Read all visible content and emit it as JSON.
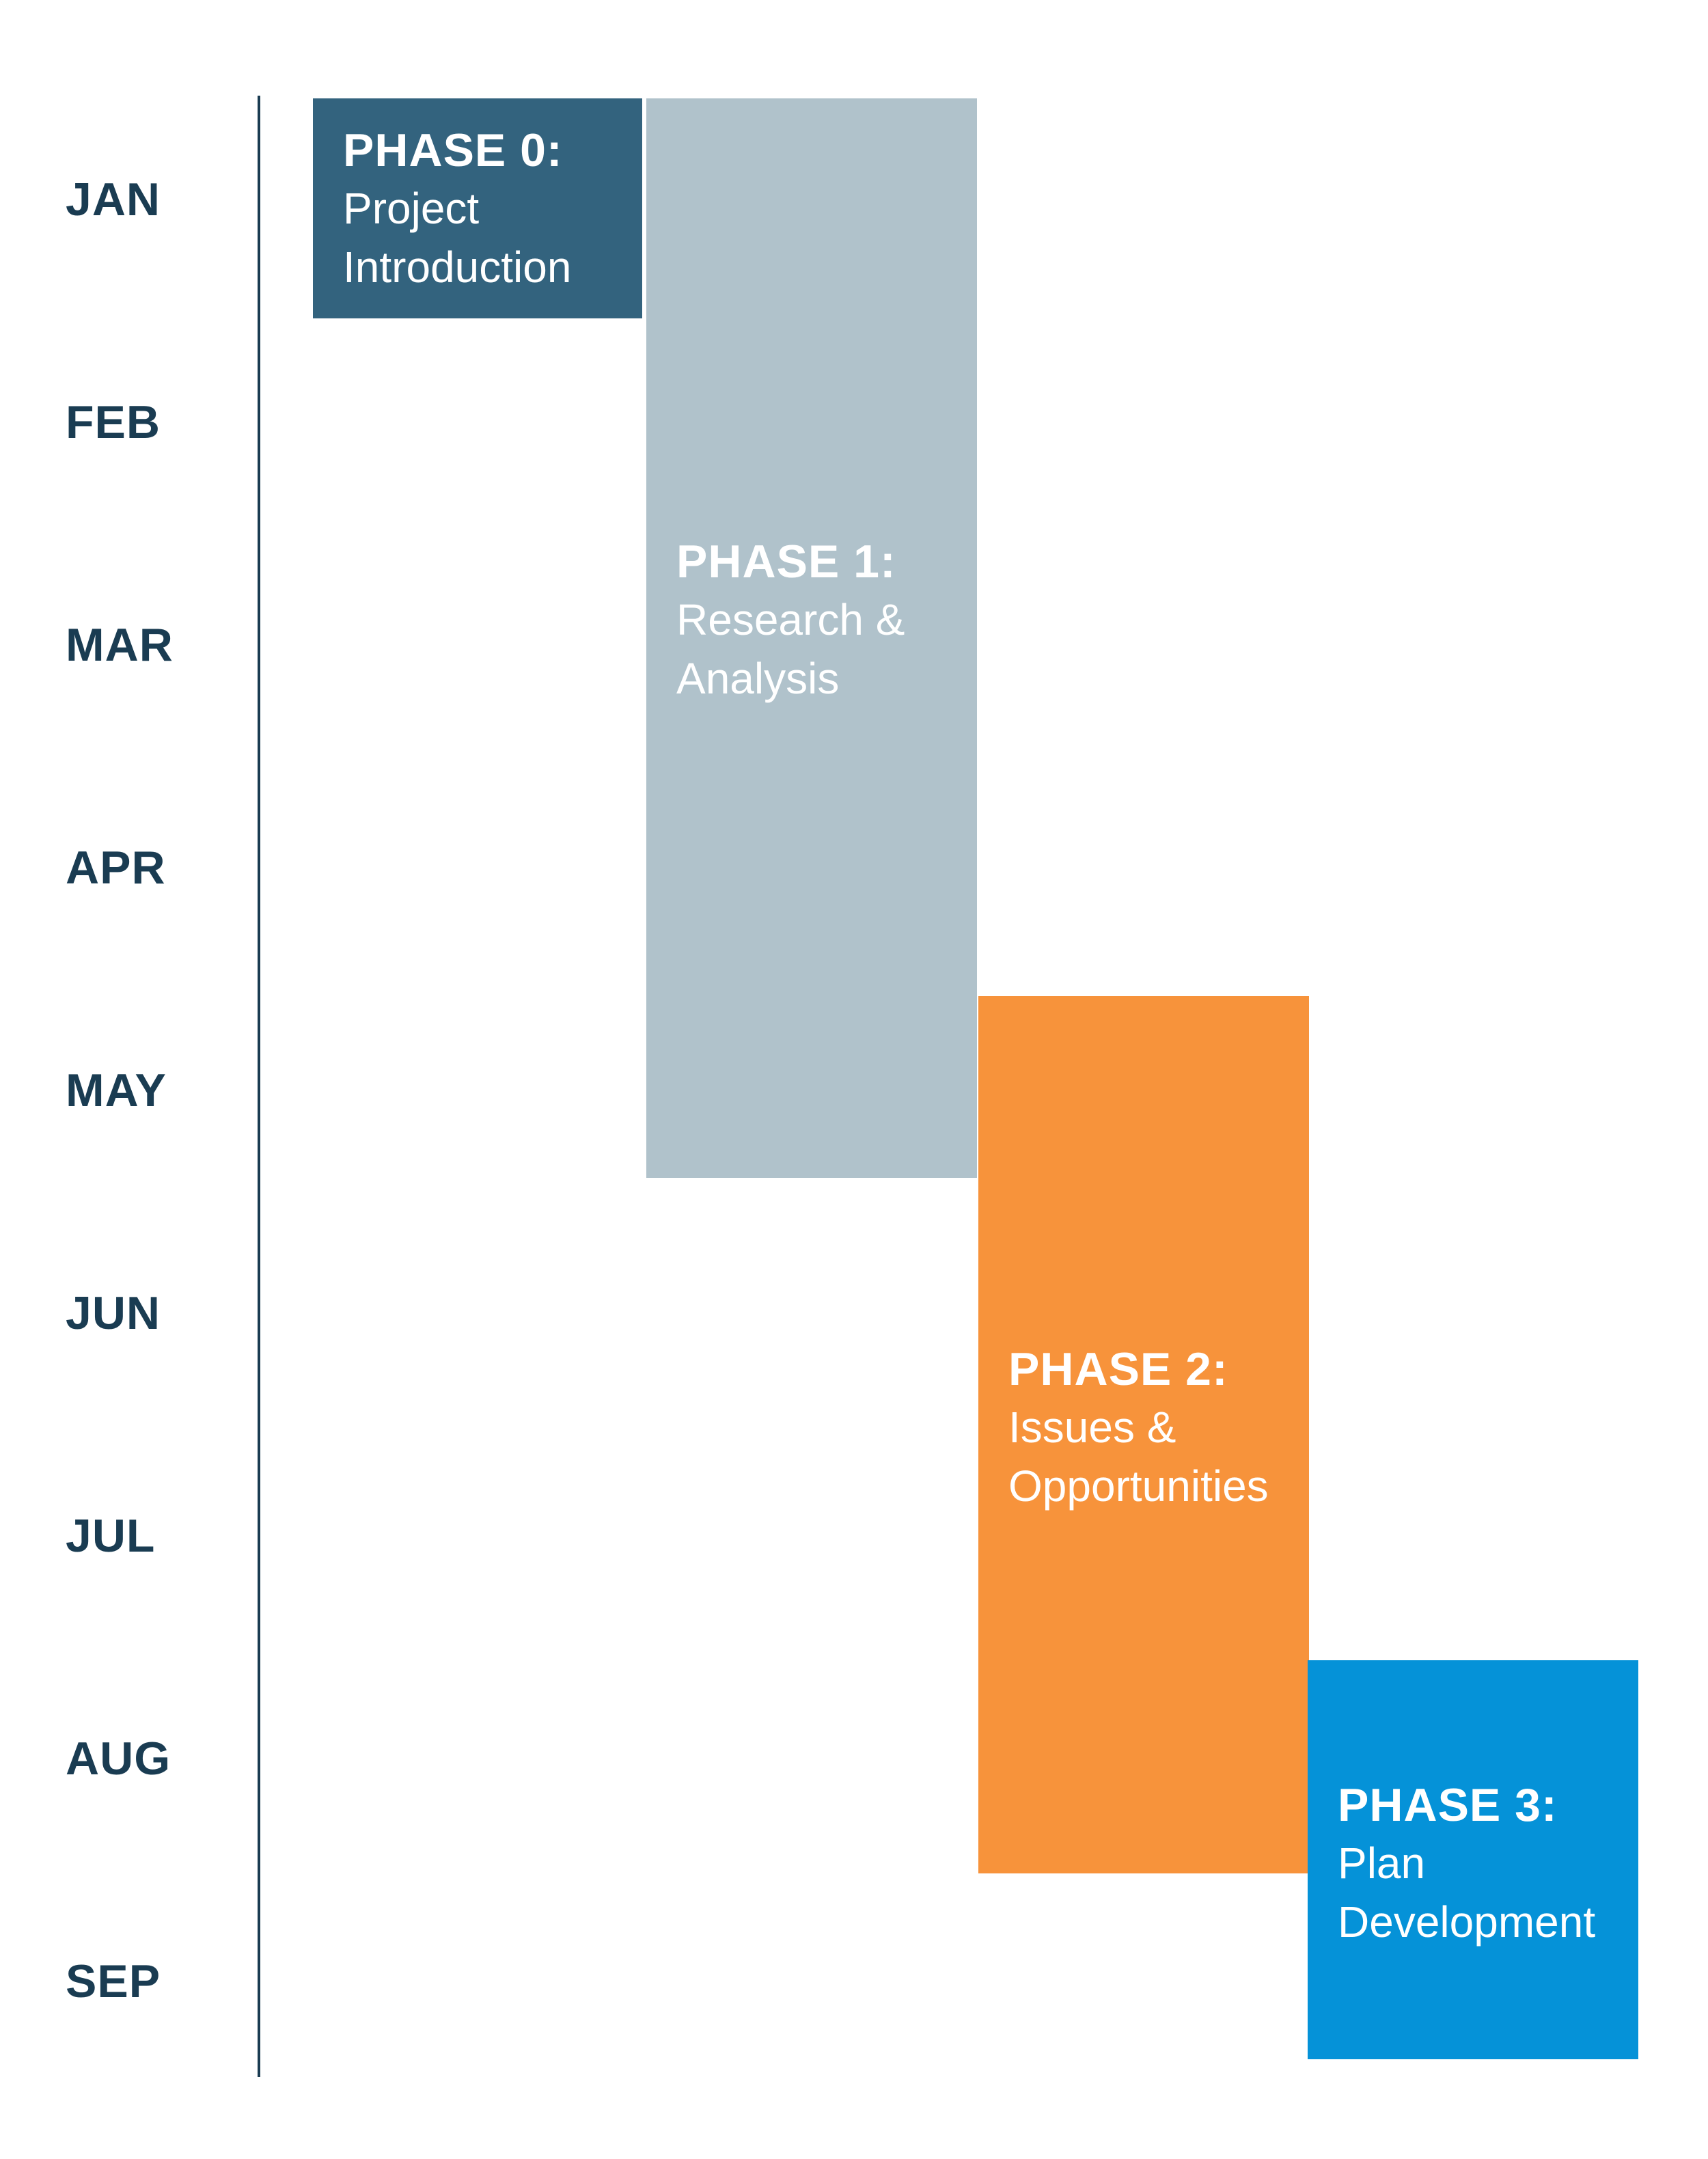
{
  "months": [
    "JAN",
    "FEB",
    "MAR",
    "APR",
    "MAY",
    "JUN",
    "JUL",
    "AUG",
    "SEP"
  ],
  "phases": [
    {
      "heading": "PHASE 0:",
      "description": "Project\nIntroduction",
      "color": "#33637e"
    },
    {
      "heading": "PHASE 1:",
      "description": "Research &\nAnalysis",
      "color": "#b0c2cb"
    },
    {
      "heading": "PHASE 2:",
      "description": "Issues &\nOpportunities",
      "color": "#f7933b"
    },
    {
      "heading": "PHASE 3:",
      "description": "Plan\nDevelopment",
      "color": "#0592d8"
    }
  ],
  "colors": {
    "month_text": "#1a3c52",
    "axis_line": "#1a3c52",
    "background": "#ffffff"
  }
}
